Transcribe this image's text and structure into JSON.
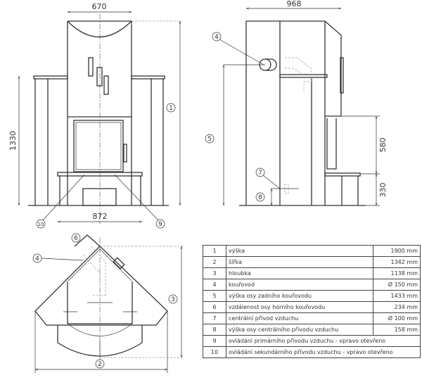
{
  "front_view": {
    "dim_top": "670",
    "dim_height": "1330",
    "dim_base": "872",
    "callouts": [
      "1",
      "10",
      "9"
    ]
  },
  "side_view": {
    "dim_top": "968",
    "dim_firebox": "580",
    "dim_base": "330",
    "callouts": [
      "4",
      "5",
      "7",
      "8"
    ]
  },
  "plan_view": {
    "callouts": [
      "6",
      "4",
      "3",
      "2"
    ]
  },
  "table": {
    "rows": [
      {
        "num": "1",
        "label": "výška",
        "value": "1900 mm"
      },
      {
        "num": "2",
        "label": "šířka",
        "value": "1342 mm"
      },
      {
        "num": "3",
        "label": "hloubka",
        "value": "1138 mm"
      },
      {
        "num": "4",
        "label": "kouřovod",
        "value": "Ø 150 mm"
      },
      {
        "num": "5",
        "label": "výška osy zadního kouřovodu",
        "value": "1433 mm"
      },
      {
        "num": "6",
        "label": "vzdálenost osy horního kouřovodu",
        "value": "234 mm"
      },
      {
        "num": "7",
        "label": "centrální přívod vzduchu",
        "value": "Ø 100 mm"
      },
      {
        "num": "8",
        "label": "výška osy centrálního přívodu vzduchu",
        "value": "158 mm"
      },
      {
        "num": "9",
        "label": "ovládání primárního přívodu vzduchu - vpravo otevřeno",
        "value": ""
      },
      {
        "num": "10",
        "label": "ovládání sekundárního přívodu vzduchu - vpravo otevřeno",
        "value": ""
      }
    ]
  }
}
